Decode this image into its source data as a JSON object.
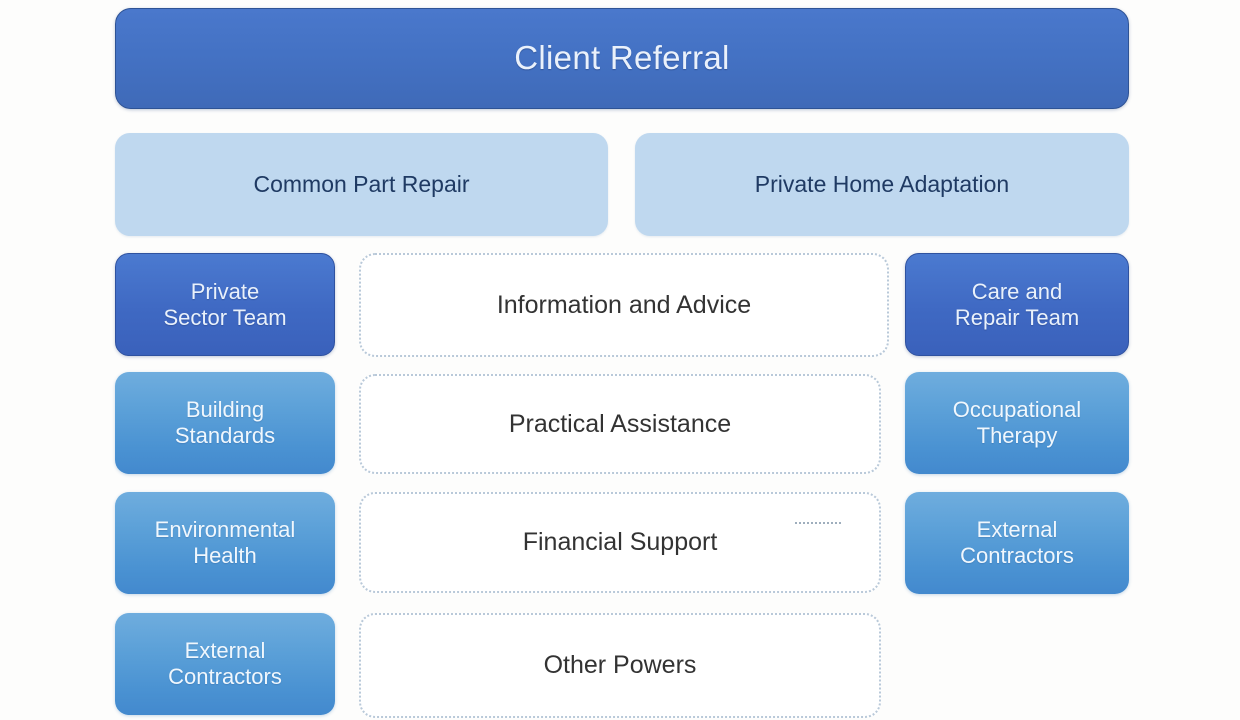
{
  "diagram": {
    "title": "Client Referral",
    "background_color": "#fdfdfc",
    "palette": {
      "header_blue": "#4472C4",
      "pale_blue": "#BFD8EF",
      "team_blue": "#3F69C3",
      "service_blue": "#4A92D2",
      "dotted_border": "#B9C9D9",
      "header_text": "#EAF1FB",
      "pale_text": "#1F3A63",
      "dotted_text": "#333333"
    }
  },
  "header": {
    "label": "Client Referral"
  },
  "pathways": [
    {
      "label": "Common Part Repair"
    },
    {
      "label": "Private Home Adaptation"
    }
  ],
  "left_column": [
    {
      "label": "Private\nSector Team",
      "style": "team"
    },
    {
      "label": "Building\nStandards",
      "style": "service"
    },
    {
      "label": "Environmental\nHealth",
      "style": "service"
    },
    {
      "label": "External\nContractors",
      "style": "service"
    }
  ],
  "center_column": [
    {
      "label": "Information and Advice"
    },
    {
      "label": "Practical Assistance"
    },
    {
      "label": "Financial Support"
    },
    {
      "label": "Other Powers"
    }
  ],
  "right_column": [
    {
      "label": "Care and\nRepair Team",
      "style": "team"
    },
    {
      "label": "Occupational\nTherapy",
      "style": "service"
    },
    {
      "label": "External\nContractors",
      "style": "service"
    }
  ]
}
